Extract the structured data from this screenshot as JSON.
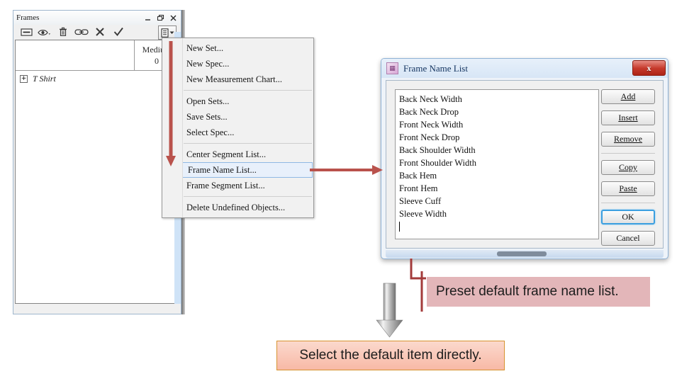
{
  "frames_panel": {
    "title": "Frames",
    "window_buttons": [
      {
        "name": "minimize",
        "glyph": "–"
      },
      {
        "name": "restore",
        "glyph": "❐"
      },
      {
        "name": "close",
        "glyph": "✕"
      }
    ],
    "toolbar_icons": [
      "list-icon",
      "eye-dropdown-icon",
      "trash-icon",
      "link-icon",
      "cancel-x-icon",
      "confirm-check-icon"
    ],
    "menu_toolbutton": "menu-dropdown-button",
    "grid": {
      "column_blank_header": "",
      "column_medium_header": "Medium",
      "column_medium_value": "0"
    },
    "tree": {
      "expander": "+",
      "label": "T Shirt"
    }
  },
  "dropdown_menu": {
    "groups": [
      [
        "New Set...",
        "New Spec...",
        "New Measurement Chart..."
      ],
      [
        "Open Sets...",
        "Save Sets...",
        "Select Spec..."
      ],
      [
        "Center Segment List...",
        "Frame Name List...",
        "Frame Segment List..."
      ],
      [
        "Delete Undefined Objects..."
      ]
    ],
    "selected_item": "Frame Name List..."
  },
  "dialog": {
    "title": "Frame Name List",
    "icon": "app-window-icon",
    "close_glyph": "x",
    "list_items": [
      "Back Neck Width",
      "Back Neck Drop",
      "Front Neck Width",
      "Front Neck Drop",
      "Back Shoulder Width",
      "Front Shoulder Width",
      "Back Hem",
      "Front Hem",
      "Sleeve Cuff",
      "Sleeve Width"
    ],
    "buttons": [
      {
        "label": "Add",
        "mnemonic": "A",
        "focus": false
      },
      {
        "label": "Insert",
        "mnemonic": "I",
        "focus": false
      },
      {
        "label": "Remove",
        "mnemonic": "R",
        "focus": false
      },
      {
        "label": "Copy",
        "mnemonic": "C",
        "focus": false
      },
      {
        "label": "Paste",
        "mnemonic": "P",
        "focus": false
      },
      {
        "label": "OK",
        "mnemonic": "",
        "focus": true
      },
      {
        "label": "Cancel",
        "mnemonic": "",
        "focus": false
      }
    ]
  },
  "callouts": {
    "preset": "Preset default frame name list.",
    "select": "Select the default item directly."
  },
  "colors": {
    "arrow_red": "#b9524c",
    "connector_red": "#a33b3b",
    "callout_pink": "#e3b6b9",
    "callout_orange_border": "#d79330",
    "dialog_blue": "#8fb2d6",
    "selection_blue": "#8fb8e4"
  }
}
